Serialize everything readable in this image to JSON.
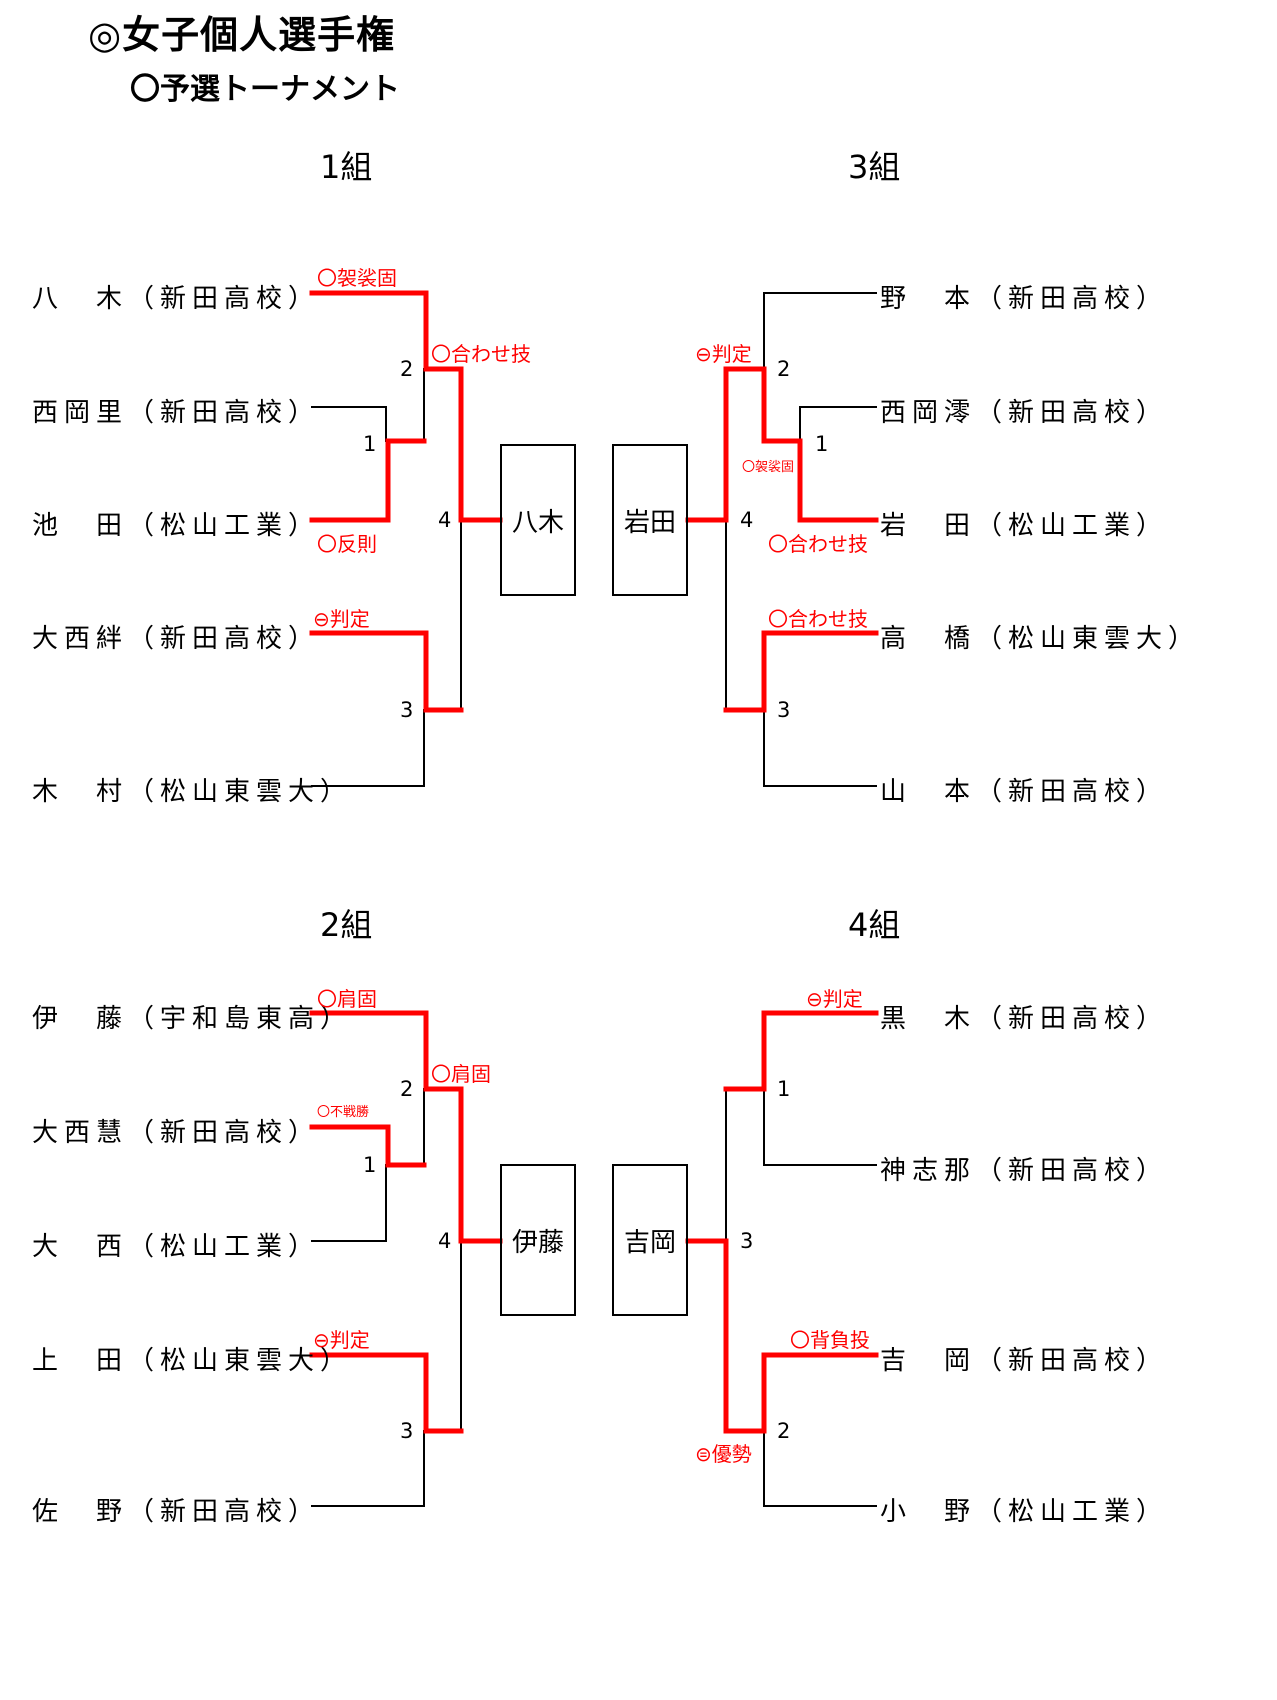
{
  "title": "◎女子個人選手権",
  "subtitle": "〇予選トーナメント",
  "groups": [
    {
      "name": "1組",
      "players": [
        "八　木（新田高校）",
        "西岡里（新田高校）",
        "池　田（松山工業）",
        "大西絆（新田高校）",
        "木　村（松山東雲大）"
      ],
      "bouts": [
        "2",
        "1",
        "4",
        "3"
      ],
      "results": [
        "〇袈裟固",
        "〇合わせ技",
        "〇反則",
        "⊖判定"
      ],
      "winner": "八木"
    },
    {
      "name": "3組",
      "players": [
        "野　本（新田高校）",
        "西岡澪（新田高校）",
        "岩　田（松山工業）",
        "高　橋（松山東雲大）",
        "山　本（新田高校）"
      ],
      "bouts": [
        "2",
        "1",
        "4",
        "3"
      ],
      "results": [
        "⊖判定",
        "〇袈裟固",
        "〇合わせ技",
        "〇合わせ技"
      ],
      "winner": "岩田"
    },
    {
      "name": "2組",
      "players": [
        "伊　藤（宇和島東高）",
        "大西慧（新田高校）",
        "大　西（松山工業）",
        "上　田（松山東雲大）",
        "佐　野（新田高校）"
      ],
      "bouts": [
        "2",
        "1",
        "4",
        "3"
      ],
      "results": [
        "〇肩固",
        "〇肩固",
        "〇不戦勝",
        "⊖判定"
      ],
      "winner": "伊藤"
    },
    {
      "name": "4組",
      "players": [
        "黒　木（新田高校）",
        "神志那（新田高校）",
        "吉　岡（新田高校）",
        "小　野（松山工業）"
      ],
      "bouts": [
        "1",
        "3",
        "2"
      ],
      "results": [
        "⊖判定",
        "〇背負投",
        "⊜優勢"
      ],
      "winner": "吉岡"
    }
  ],
  "colors": {
    "win_line": "#ff0000",
    "line": "#000000",
    "result_text": "#ff0000"
  }
}
